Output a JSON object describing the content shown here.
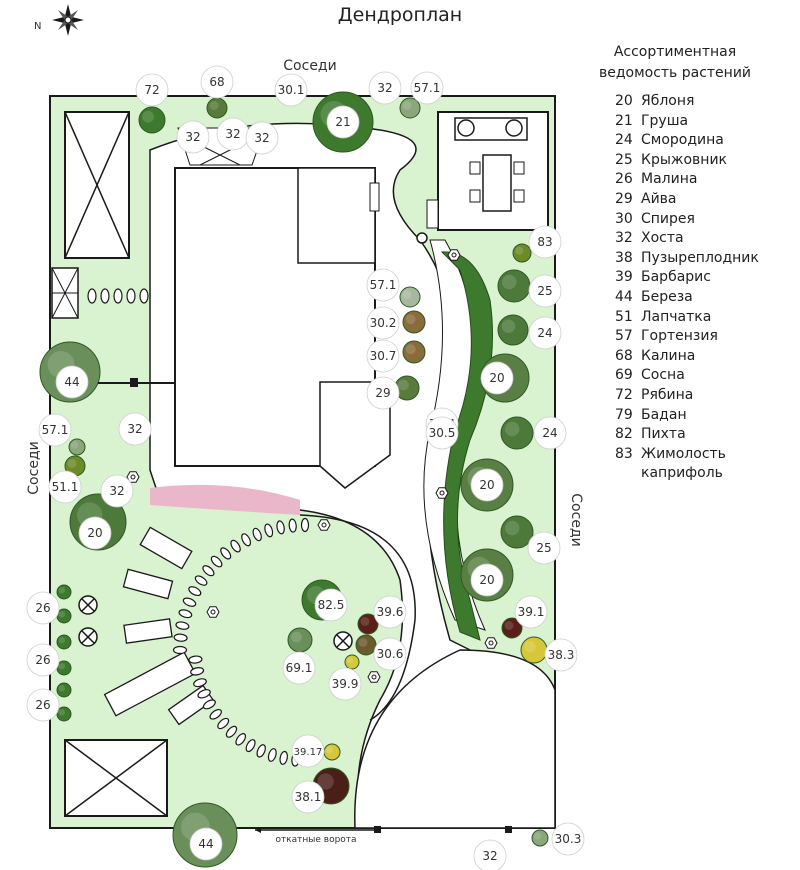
{
  "title": "Дендроплан",
  "legend": {
    "title_line1": "Ассортиментная",
    "title_line2": "ведомость растений",
    "items": [
      {
        "num": "20",
        "name": "Яблоня"
      },
      {
        "num": "21",
        "name": "Груша"
      },
      {
        "num": "24",
        "name": "Смородина"
      },
      {
        "num": "25",
        "name": "Крыжовник"
      },
      {
        "num": "26",
        "name": "Малина"
      },
      {
        "num": "29",
        "name": "Айва"
      },
      {
        "num": "30",
        "name": "Спирея"
      },
      {
        "num": "32",
        "name": "Хоста"
      },
      {
        "num": "38",
        "name": "Пузыреплодник"
      },
      {
        "num": "39",
        "name": "Барбарис"
      },
      {
        "num": "44",
        "name": "Береза"
      },
      {
        "num": "51",
        "name": "Лапчатка"
      },
      {
        "num": "57",
        "name": "Гортензия"
      },
      {
        "num": "68",
        "name": "Калина"
      },
      {
        "num": "69",
        "name": "Сосна"
      },
      {
        "num": "72",
        "name": "Рябина"
      },
      {
        "num": "79",
        "name": "Бадан"
      },
      {
        "num": "82",
        "name": "Пихта"
      },
      {
        "num": "83",
        "name": "Жимолость"
      },
      {
        "num": "",
        "name": "каприфоль"
      }
    ]
  },
  "neighbors": {
    "top": "Соседи",
    "left": "Соседи",
    "right": "Соседи"
  },
  "gate_label": "откатные ворота",
  "compass": {
    "north": "N"
  },
  "markers": [
    "72",
    "68",
    "30.1",
    "21",
    "32",
    "57.1",
    "32",
    "32",
    "32",
    "83",
    "25",
    "24",
    "57.1",
    "30.2",
    "30.7",
    "29",
    "20",
    "30.4",
    "30.5",
    "24",
    "20",
    "44",
    "57.1",
    "32",
    "51.1",
    "32",
    "20",
    "25",
    "20",
    "39.1",
    "38.3",
    "26",
    "26",
    "26",
    "82.5",
    "39.6",
    "69.1",
    "30.6",
    "39.9",
    "39.17",
    "38.1",
    "44",
    "30.3",
    "32"
  ],
  "colors": {
    "lawn": "#d9f2d0",
    "path": "#ffffff",
    "hedge": "#3e7a2e",
    "flowerbed": "#e9b7c9",
    "outline": "#1a1a1a"
  }
}
